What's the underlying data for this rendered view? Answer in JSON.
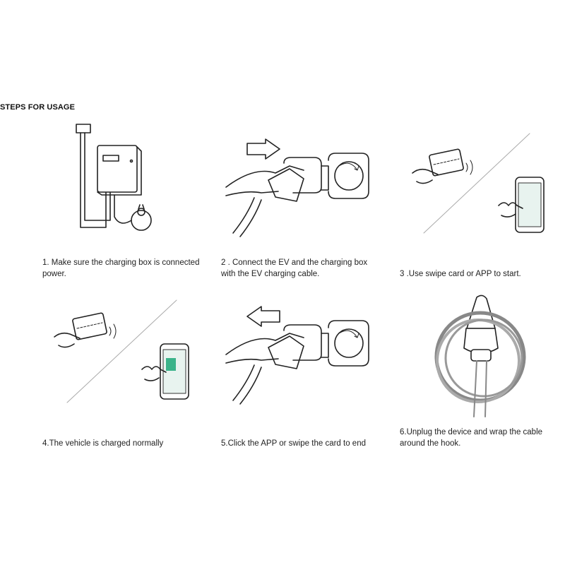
{
  "title": "STEPS FOR USAGE",
  "steps": [
    {
      "number": 1,
      "line1": "1. Make sure the charging box is connected",
      "line2": "power.",
      "icon": "wallbox-power-icon"
    },
    {
      "number": 2,
      "line1": "2 . Connect the EV and the charging box",
      "line2": "with the EV charging cable.",
      "icon": "plug-in-icon"
    },
    {
      "number": 3,
      "line1": "3 .Use swipe card or APP to start.",
      "line2": "",
      "icon": "card-app-start-icon"
    },
    {
      "number": 4,
      "line1": "4.The vehicle is charged normally",
      "line2": "",
      "icon": "card-app-charging-icon"
    },
    {
      "number": 5,
      "line1": "5.Click the APP or swipe the card to end",
      "line2": "",
      "icon": "unplug-icon"
    },
    {
      "number": 6,
      "line1": "6.Unplug the device and wrap the cable",
      "line2": "around the hook.",
      "icon": "cable-hook-icon"
    }
  ]
}
